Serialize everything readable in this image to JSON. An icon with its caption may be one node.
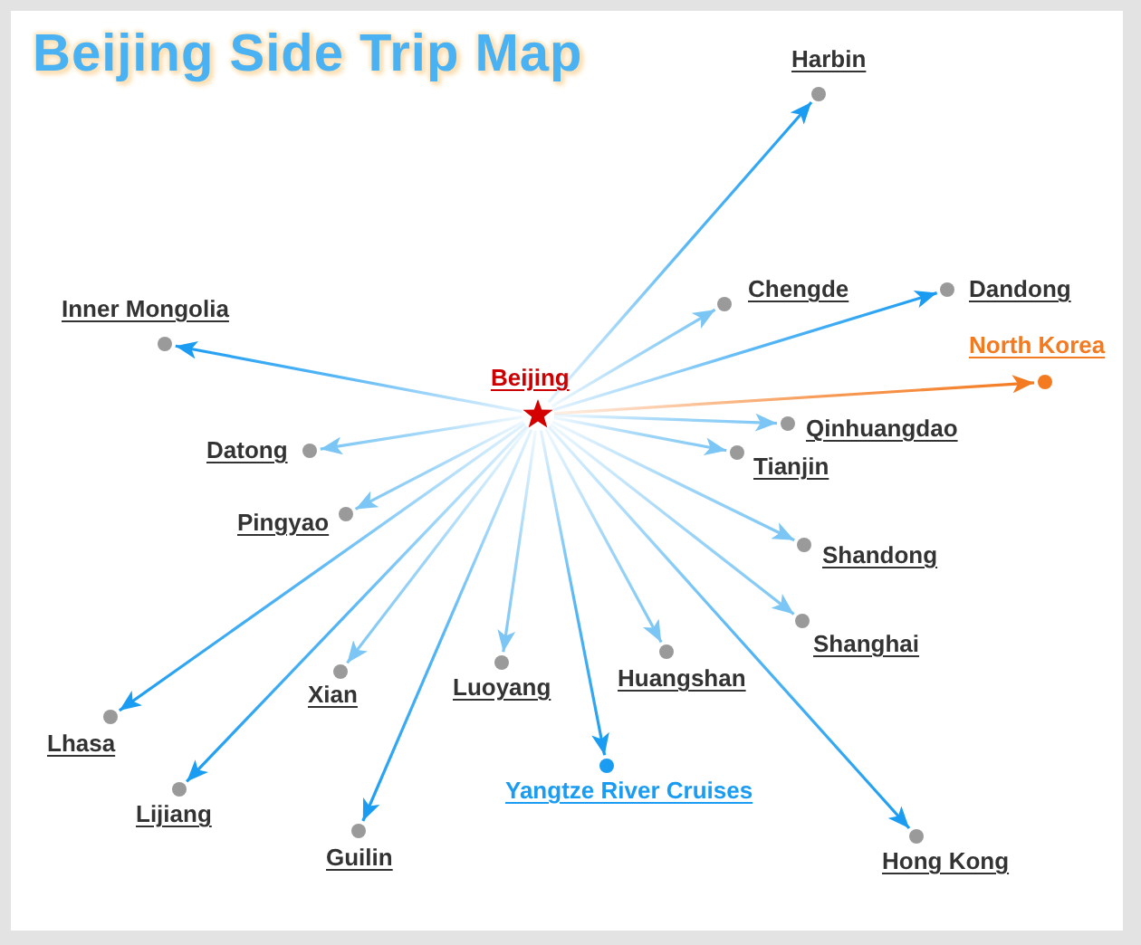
{
  "diagram": {
    "title": "Beijing Side Trip Map",
    "nodes": [
      {
        "text": [
          "Beijing"
        ]
      },
      {
        "text": [
          "Harbin"
        ]
      },
      {
        "text": [
          "Chengde"
        ]
      },
      {
        "text": [
          "Dandong"
        ]
      },
      {
        "text": [
          "Inner Mongolia"
        ]
      },
      {
        "text": [
          "North Korea"
        ]
      },
      {
        "text": [
          "Qinhuangdao"
        ]
      },
      {
        "text": [
          "Datong"
        ]
      },
      {
        "text": [
          "Tianjin"
        ]
      },
      {
        "text": [
          "Pingyao"
        ]
      },
      {
        "text": [
          "Shandong"
        ]
      },
      {
        "text": [
          "Shanghai"
        ]
      },
      {
        "text": [
          "Xian"
        ]
      },
      {
        "text": [
          "Luoyang"
        ]
      },
      {
        "text": [
          "Huangshan"
        ]
      },
      {
        "text": [
          "Lhasa"
        ]
      },
      {
        "text": [
          "Yangtze River Cruises"
        ]
      },
      {
        "text": [
          "Lijiang"
        ]
      },
      {
        "text": [
          "Guilin"
        ]
      },
      {
        "text": [
          "Hong Kong"
        ]
      }
    ],
    "edges": [
      {
        "from": 0,
        "to": 1,
        "arrow": "to",
        "color": "#1a9cf2"
      },
      {
        "from": 0,
        "to": 2,
        "arrow": "to"
      },
      {
        "from": 0,
        "to": 3,
        "arrow": "to",
        "color": "#1a9cf2"
      },
      {
        "from": 0,
        "to": 4,
        "arrow": "to",
        "color": "#1a9cf2"
      },
      {
        "from": 0,
        "to": 5,
        "arrow": "to",
        "color": "#f47a20"
      },
      {
        "from": 0,
        "to": 6,
        "arrow": "to"
      },
      {
        "from": 0,
        "to": 7,
        "arrow": "to"
      },
      {
        "from": 0,
        "to": 8,
        "arrow": "to"
      },
      {
        "from": 0,
        "to": 9,
        "arrow": "to"
      },
      {
        "from": 0,
        "to": 10,
        "arrow": "to"
      },
      {
        "from": 0,
        "to": 11,
        "arrow": "to"
      },
      {
        "from": 0,
        "to": 12,
        "arrow": "to"
      },
      {
        "from": 0,
        "to": 13,
        "arrow": "to"
      },
      {
        "from": 0,
        "to": 14,
        "arrow": "to"
      },
      {
        "from": 0,
        "to": 15,
        "arrow": "to",
        "color": "#1a9cf2"
      },
      {
        "from": 0,
        "to": 16,
        "arrow": "to",
        "color": "#1a9cf2"
      },
      {
        "from": 0,
        "to": 17,
        "arrow": "to",
        "color": "#1a9cf2"
      },
      {
        "from": 0,
        "to": 18,
        "arrow": "to",
        "color": "#1a9cf2"
      },
      {
        "from": 0,
        "to": 19,
        "arrow": "to",
        "color": "#1a9cf2"
      }
    ]
  }
}
